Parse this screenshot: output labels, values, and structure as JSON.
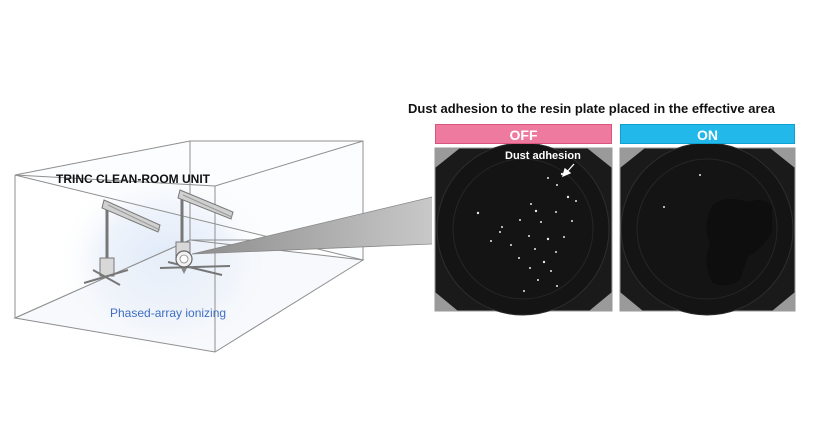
{
  "heading": "Dust adhesion to the resin plate placed in the effective area",
  "room_title": "TRINC CLEAN-ROOM UNIT",
  "ionizer_label": "Phased-array ionizing",
  "panels": {
    "off_label": "OFF",
    "on_label": "ON",
    "dust_label": "Dust adhesion"
  },
  "colors": {
    "off": "#ef7aa0",
    "on": "#22b9ea",
    "ionizer_text": "#3f6fc0",
    "plate": "#111111"
  }
}
